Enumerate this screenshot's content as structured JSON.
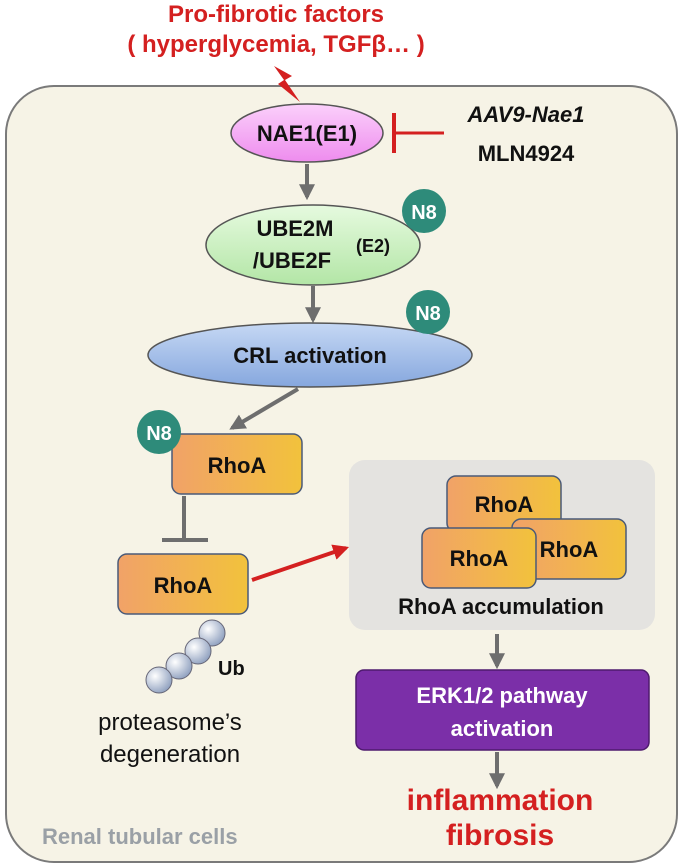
{
  "trigger": {
    "line1": "Pro-fibrotic factors",
    "line2": "( hyperglycemia,  TGFβ… )"
  },
  "cell_label": "Renal tubular cells",
  "nae1": {
    "label": "NAE1(E1)"
  },
  "inhibitors": {
    "aav9": "AAV9-Nae1",
    "mln": "MLN4924"
  },
  "ube2": {
    "line1": "UBE2M",
    "line2": "/UBE2F",
    "e2": "(E2)"
  },
  "crl": {
    "label": "CRL activation"
  },
  "n8": "N8",
  "rhoa": "RhoA",
  "ub": "Ub",
  "proteasome": {
    "line1": "proteasome’s",
    "line2": "degeneration"
  },
  "accumulation": {
    "label": "RhoA accumulation"
  },
  "erk": {
    "line1": "ERK1/2 pathway",
    "line2": "activation"
  },
  "outcome": {
    "line1": "inflammation",
    "line2": "fibrosis"
  },
  "colors": {
    "cell_fill": "#f6f3e6",
    "trigger_red": "#d42020",
    "nae1_fill": "#f4a6f4",
    "ube2_fill": "#c8f0c0",
    "crl_fill": "#9ab8e6",
    "n8_fill": "#2e8b7a",
    "rhoa_fill": "#f2a44a",
    "erk_fill": "#7b2fa8",
    "gray_arrow": "#6e6e6e"
  }
}
